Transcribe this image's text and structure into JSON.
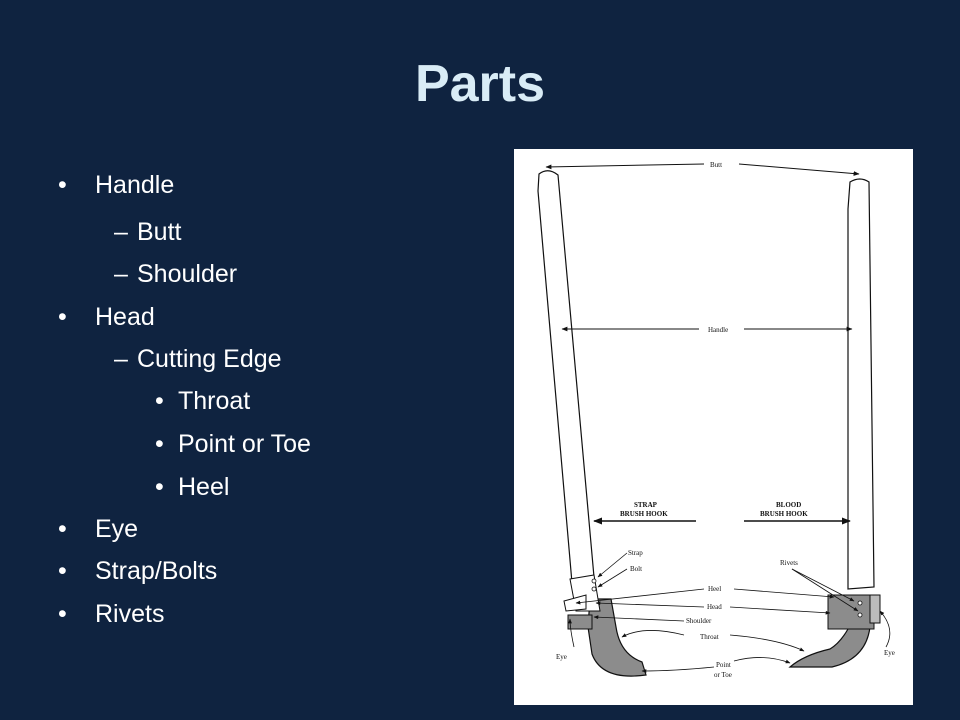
{
  "slide": {
    "title": "Parts",
    "bullets": [
      {
        "marker": "•",
        "text": "Handle"
      },
      {
        "marker": "–",
        "text": "Butt"
      },
      {
        "marker": "–",
        "text": "Shoulder"
      },
      {
        "marker": "•",
        "text": "Head"
      },
      {
        "marker": "–",
        "text": "Cutting Edge"
      },
      {
        "marker": "•",
        "text": "Throat"
      },
      {
        "marker": "•",
        "text": "Point or Toe"
      },
      {
        "marker": "•",
        "text": "Heel"
      },
      {
        "marker": "•",
        "text": "Eye"
      },
      {
        "marker": "•",
        "text": "Strap/Bolts"
      },
      {
        "marker": "•",
        "text": "Rivets"
      }
    ]
  },
  "diagram": {
    "labels": {
      "butt": "Butt",
      "handle": "Handle",
      "strap_brush_hook_1": "STRAP",
      "strap_brush_hook_2": "BRUSH HOOK",
      "blood_brush_hook_1": "BLOOD",
      "blood_brush_hook_2": "BRUSH HOOK",
      "strap": "Strap",
      "bolt": "Bolt",
      "rivets": "Rivets",
      "heel": "Heel",
      "head": "Head",
      "shoulder": "Shoulder",
      "throat": "Throat",
      "eye_left": "Eye",
      "eye_right": "Eye",
      "point_1": "Point",
      "point_2": "or Toe"
    }
  }
}
